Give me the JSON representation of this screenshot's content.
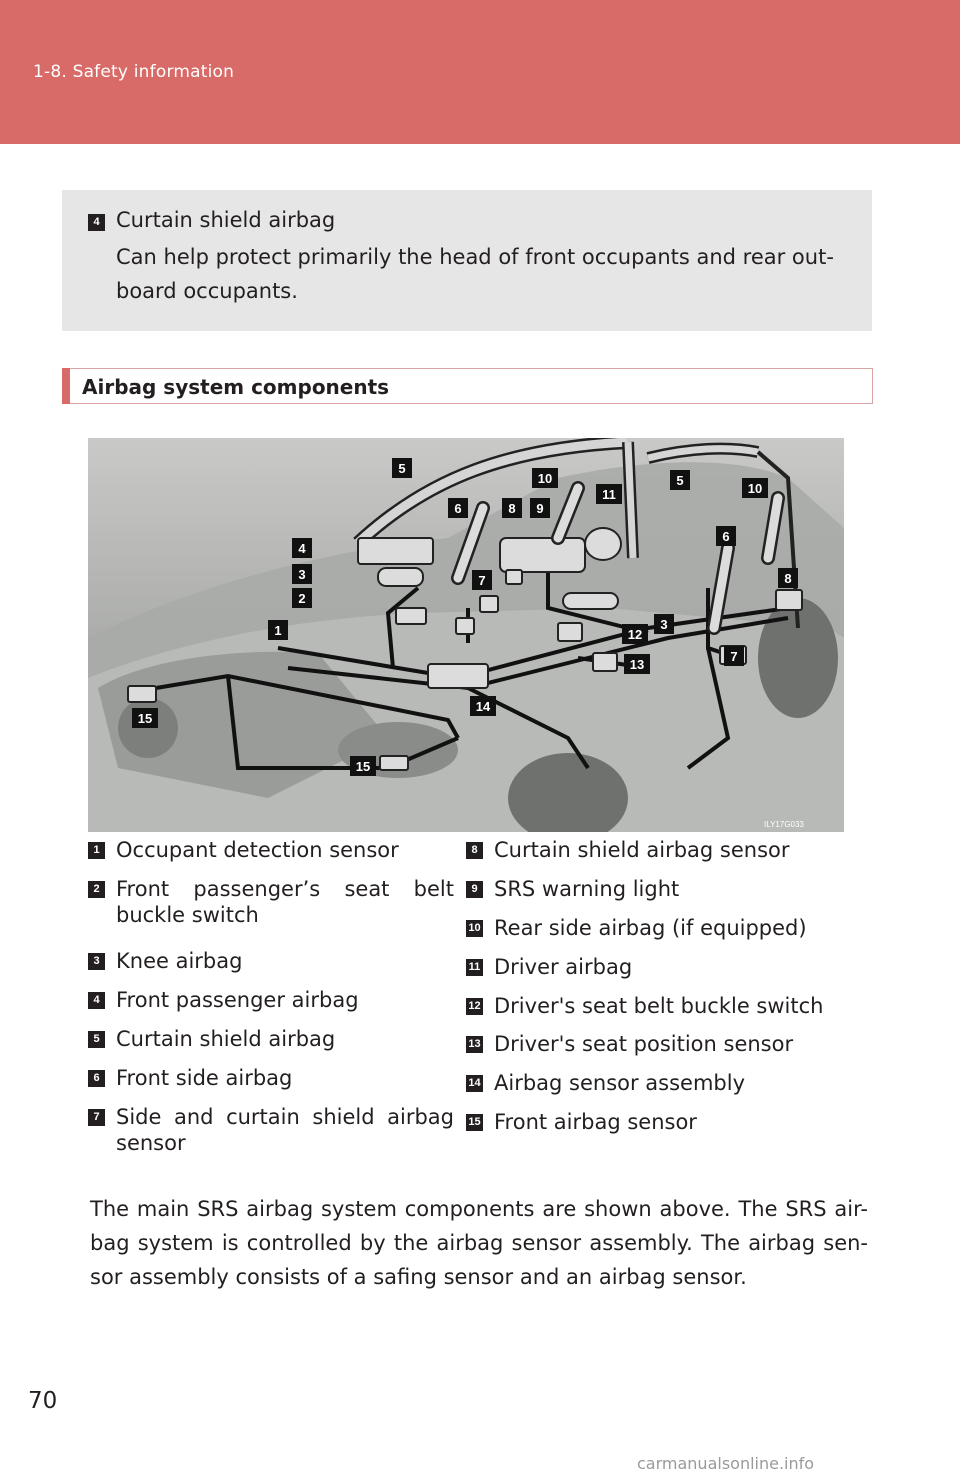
{
  "header": {
    "section": "1-8. Safety information"
  },
  "infobox": {
    "number": "4",
    "title": "Curtain shield airbag",
    "description": "Can help protect primarily the head of front occupants and rear out-board occupants."
  },
  "section_title": "Airbag system components",
  "figure": {
    "code": "ILY17G033",
    "callouts": [
      "5",
      "10",
      "11",
      "5",
      "10",
      "6",
      "8",
      "9",
      "4",
      "3",
      "2",
      "1",
      "7",
      "6",
      "12",
      "3",
      "8",
      "7",
      "13",
      "14",
      "15",
      "15"
    ]
  },
  "legend_left": [
    {
      "n": "1",
      "text": "Occupant detection sensor"
    },
    {
      "n": "2",
      "text": "Front passenger’s seat belt buckle switch"
    },
    {
      "n": "3",
      "text": "Knee airbag"
    },
    {
      "n": "4",
      "text": "Front passenger airbag"
    },
    {
      "n": "5",
      "text": "Curtain shield airbag"
    },
    {
      "n": "6",
      "text": "Front side airbag"
    },
    {
      "n": "7",
      "text": "Side and curtain shield airbag sensor"
    }
  ],
  "legend_right": [
    {
      "n": "8",
      "text": "Curtain shield airbag sensor"
    },
    {
      "n": "9",
      "text": "SRS warning light"
    },
    {
      "n": "10",
      "text": "Rear side airbag (if equipped)"
    },
    {
      "n": "11",
      "text": "Driver airbag"
    },
    {
      "n": "12",
      "text": "Driver's seat belt buckle switch"
    },
    {
      "n": "13",
      "text": "Driver's seat position sensor"
    },
    {
      "n": "14",
      "text": "Airbag sensor assembly"
    },
    {
      "n": "15",
      "text": "Front airbag sensor"
    }
  ],
  "paragraph": "The main SRS airbag system components are shown above. The SRS air-bag system is controlled by the airbag sensor assembly. The airbag sen-sor assembly consists of a safing sensor and an airbag sensor.",
  "page_number": "70",
  "watermark": "carmanualsonline.info"
}
